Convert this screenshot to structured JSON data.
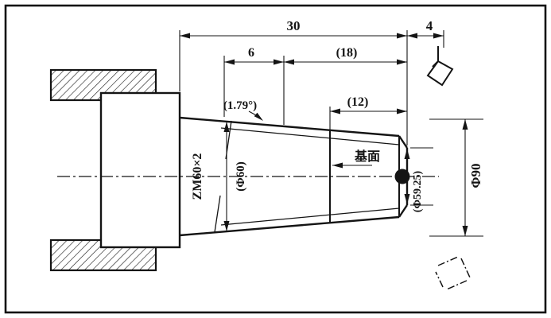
{
  "colors": {
    "ink": "#141414",
    "background": "#ffffff"
  },
  "drawing": {
    "dimensions": {
      "overall_length": "30",
      "tip_offset": "4",
      "big_end_to_gauge": "6",
      "gauge_length": "(18)",
      "datum_to_end": "(12)",
      "taper_angle": "(1.79°)",
      "thread_spec": "ZM60×2",
      "major_dia": "(Φ60)",
      "blank_dia": "Φ90",
      "end_dia": "(Φ59.25)",
      "datum_label": "基面"
    }
  }
}
